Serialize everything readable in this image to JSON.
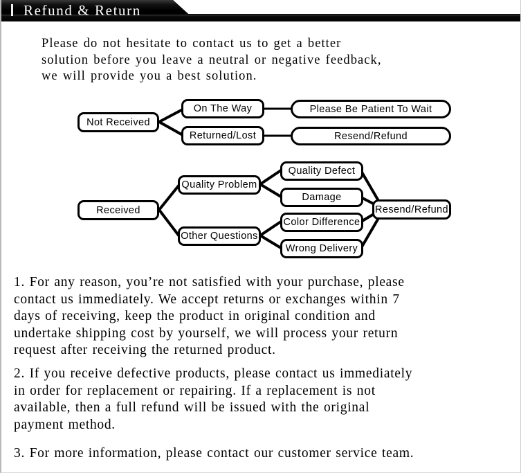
{
  "header": {
    "title": "Refund & Return",
    "accent_color": "#000000",
    "text_color": "#ffffff",
    "tick_icon": "vertical-bar-icon"
  },
  "intro": {
    "lines": [
      "Please do not hesitate to contact us to get a better",
      "solution before you leave a neutral or negative feedback,",
      "we will provide you a best solution."
    ]
  },
  "diagrams": [
    {
      "name": "not-received-flow",
      "root": "Not Received",
      "branches": [
        {
          "label": "On The Way",
          "result": "Please Be Patient To Wait"
        },
        {
          "label": "Returned/Lost",
          "result": "Resend/Refund"
        }
      ]
    },
    {
      "name": "received-flow",
      "root": "Received",
      "branches": [
        {
          "label": "Quality Problem",
          "leaves": [
            "Quality Defect",
            "Damage"
          ]
        },
        {
          "label": "Other Questions",
          "leaves": [
            "Color Difference",
            "Wrong Delivery"
          ]
        }
      ],
      "result": "Resend/Refund"
    }
  ],
  "policies": [
    {
      "number": "1.",
      "lines": [
        "1. For any reason, you’re not satisfied  with your purchase, please",
        "contact us immediately. We accept returns or exchanges within 7",
        " days of receiving, keep the product in original condition and",
        "undertake shipping cost by yourself, we will process your return",
        "request after receiving the returned product."
      ]
    },
    {
      "number": "2.",
      "lines": [
        "2. If you receive  defective products, please contact us immediately",
        "in order for replacement or repairing. If a replacement is not",
        "available, then a full refund will be issued with the original",
        "payment method."
      ]
    },
    {
      "number": "3.",
      "lines": [
        "3. For more information, please contact our customer service team."
      ]
    }
  ],
  "nodes": {
    "not_received": "Not Received",
    "on_the_way": "On The Way",
    "returned_lost": "Returned/Lost",
    "please_wait": "Please Be Patient To Wait",
    "resend_refund_1": "Resend/Refund",
    "received": "Received",
    "quality_problem": "Quality Problem",
    "other_questions": "Other Questions",
    "quality_defect": "Quality Defect",
    "damage": "Damage",
    "color_difference": "Color Difference",
    "wrong_delivery": "Wrong Delivery",
    "resend_refund_2": "Resend/Refund"
  }
}
